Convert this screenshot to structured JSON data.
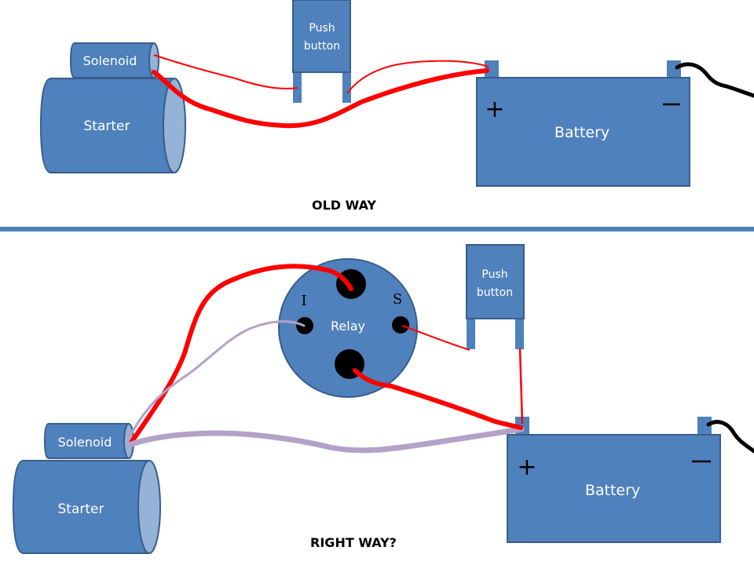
{
  "colors": {
    "component_fill": "#4f81bd",
    "component_stroke": "#385d8a",
    "end_cap_fill": "#95b3d7",
    "wire_red": "#ff0000",
    "wire_lavender": "#b3a2c7",
    "wire_black": "#000000",
    "divider": "#4f81bd"
  },
  "old_way": {
    "caption": "OLD WAY",
    "solenoid_label": "Solenoid",
    "starter_label": "Starter",
    "push_button_label_line1": "Push",
    "push_button_label_line2": "button",
    "battery_label": "Battery",
    "battery_plus": "+",
    "battery_minus": "—"
  },
  "right_way": {
    "caption": "RIGHT WAY?",
    "solenoid_label": "Solenoid",
    "starter_label": "Starter",
    "relay_label": "Relay",
    "relay_terminal_i": "I",
    "relay_terminal_s": "S",
    "push_button_label_line1": "Push",
    "push_button_label_line2": "button",
    "battery_label": "Battery",
    "battery_plus": "+",
    "battery_minus": "—"
  }
}
